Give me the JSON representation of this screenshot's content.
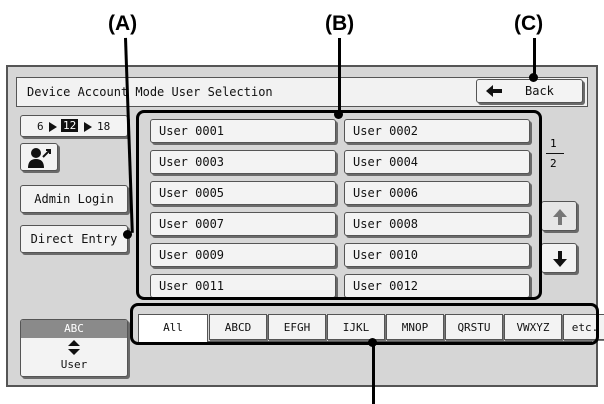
{
  "callouts": {
    "a": "(A)",
    "b": "(B)",
    "c": "(C)"
  },
  "title": "Device Account Mode User Selection",
  "back_label": "Back",
  "page_nav": {
    "left": "6",
    "current": "12",
    "right": "18"
  },
  "admin_login_label": "Admin Login",
  "direct_entry_label": "Direct Entry",
  "users": [
    "User 0001",
    "User 0002",
    "User 0003",
    "User 0004",
    "User 0005",
    "User 0006",
    "User 0007",
    "User 0008",
    "User 0009",
    "User 0010",
    "User 0011",
    "User 0012"
  ],
  "pager": {
    "current": "1",
    "total": "2"
  },
  "sort_toggle": {
    "top": "ABC",
    "bottom": "User"
  },
  "tabs": [
    "All",
    "ABCD",
    "EFGH",
    "IJKL",
    "MNOP",
    "QRSTU",
    "VWXYZ",
    "etc."
  ],
  "icons": {
    "page_left": "triangle-right",
    "page_right": "triangle-right",
    "back": "left-arrow",
    "scroll_up": "up-arrow",
    "scroll_down": "down-arrow",
    "user_switch": "user-arrow",
    "sort": "up-down-triangles"
  }
}
